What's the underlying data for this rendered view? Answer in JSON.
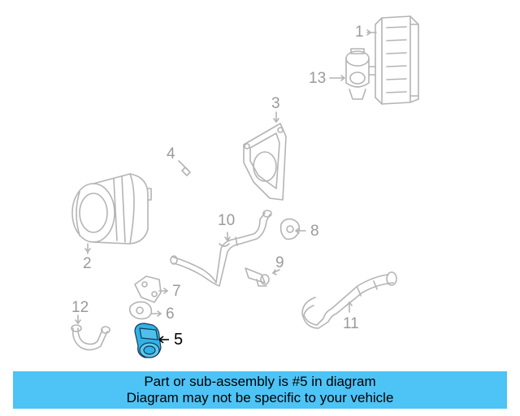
{
  "callouts": [
    {
      "id": "1",
      "label": "1"
    },
    {
      "id": "2",
      "label": "2"
    },
    {
      "id": "3",
      "label": "3"
    },
    {
      "id": "4",
      "label": "4"
    },
    {
      "id": "5",
      "label": "5"
    },
    {
      "id": "6",
      "label": "6"
    },
    {
      "id": "7",
      "label": "7"
    },
    {
      "id": "8",
      "label": "8"
    },
    {
      "id": "9",
      "label": "9"
    },
    {
      "id": "10",
      "label": "10"
    },
    {
      "id": "11",
      "label": "11"
    },
    {
      "id": "12",
      "label": "12"
    },
    {
      "id": "13",
      "label": "13"
    }
  ],
  "highlighted_part": "5",
  "colors": {
    "highlight_part": "#2fb3e6",
    "banner": "#4ec3f5",
    "line_art": "#b4b4b4",
    "callout_text": "#9a9a9a"
  },
  "banner": {
    "line1": "Part or sub-assembly is #5 in diagram",
    "line2": "Diagram may not be specific to your vehicle"
  }
}
